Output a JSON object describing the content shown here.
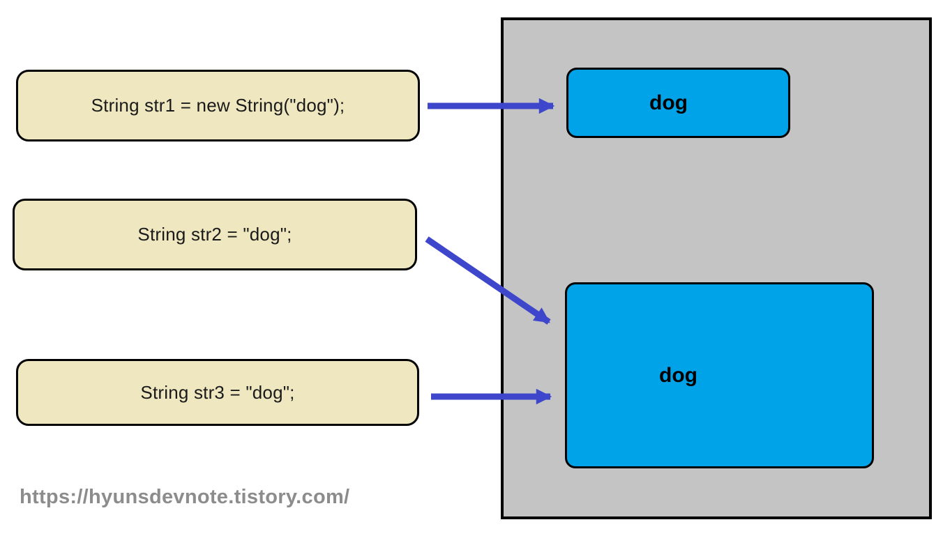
{
  "diagram": {
    "code_boxes": [
      {
        "id": "str1",
        "label": "String str1 = new String(\"dog\");"
      },
      {
        "id": "str2",
        "label": "String str2 = \"dog\";"
      },
      {
        "id": "str3",
        "label": "String str3 = \"dog\";"
      }
    ],
    "heap": {
      "objects": [
        {
          "id": "object-1",
          "label": "dog"
        },
        {
          "id": "object-2",
          "label": "dog"
        }
      ]
    },
    "arrows": [
      {
        "from": "str1",
        "to": "object-1"
      },
      {
        "from": "str2",
        "to": "object-2"
      },
      {
        "from": "str3",
        "to": "object-2"
      }
    ],
    "watermark": "https://hyunsdevnote.tistory.com/",
    "colors": {
      "code_box_fill": "#EEE7BF",
      "heap_fill": "#C4C4C4",
      "object_fill": "#00A2E8",
      "arrow": "#3E46CB",
      "border": "#000000",
      "watermark_text": "#8C8C8C",
      "code_text": "#1A1A1A"
    }
  }
}
